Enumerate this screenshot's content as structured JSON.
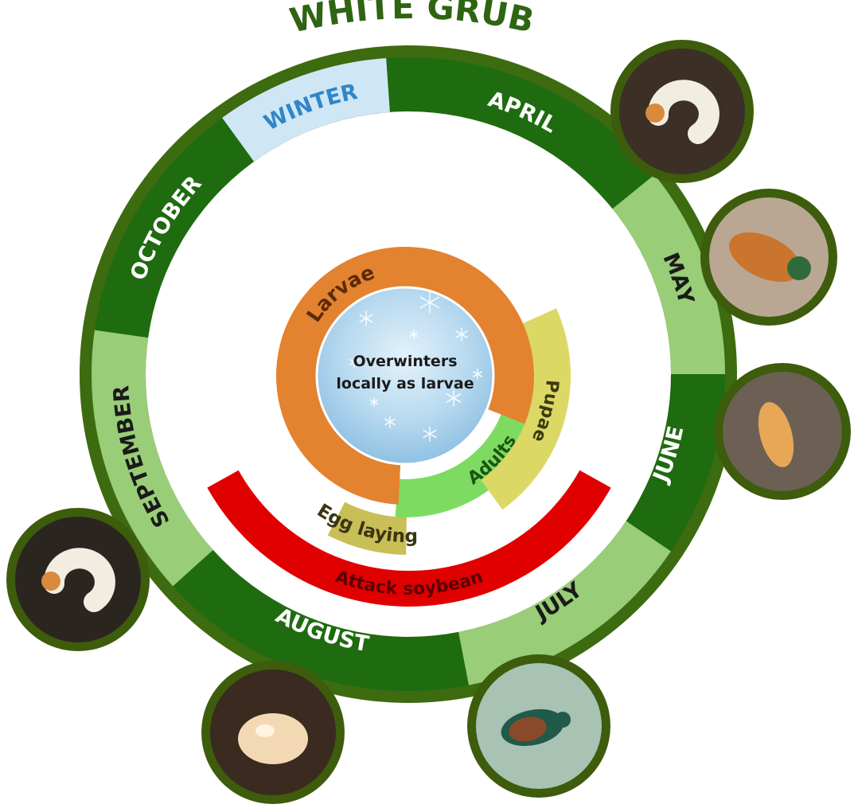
{
  "title": "WHITE GRUB",
  "center_text": [
    "Overwinters",
    "locally as larvae"
  ],
  "months": [
    {
      "label": "WINTER",
      "fill": "#cfe6f5",
      "text": "#2f86c8"
    },
    {
      "label": "APRIL",
      "fill": "#1f6b10",
      "text": "#ffffff"
    },
    {
      "label": "MAY",
      "fill": "#99cd77",
      "text": "#1a1a1a"
    },
    {
      "label": "JUNE",
      "fill": "#1f6b10",
      "text": "#ffffff"
    },
    {
      "label": "JULY",
      "fill": "#99cd77",
      "text": "#1a1a1a"
    },
    {
      "label": "AUGUST",
      "fill": "#1f6b10",
      "text": "#ffffff"
    },
    {
      "label": "SEPTEMBER",
      "fill": "#99cd77",
      "text": "#1a1a1a"
    },
    {
      "label": "OCTOBER",
      "fill": "#1f6b10",
      "text": "#ffffff"
    }
  ],
  "stages": [
    {
      "label": "Larvae",
      "color": "#e3822f",
      "text": "#5a2a08"
    },
    {
      "label": "Pupae",
      "color": "#dbd865",
      "text": "#3d3a10"
    },
    {
      "label": "Adults",
      "color": "#7edb62",
      "text": "#1d5410"
    },
    {
      "label": "Egg laying",
      "color": "#c9bf57",
      "text": "#3c3510"
    },
    {
      "label": "Attack soybean",
      "color": "#e00000",
      "text": "#5a0000"
    }
  ],
  "photos": [
    {
      "name": "white-grub-larva-photo",
      "icon": "curled-grub-icon"
    },
    {
      "name": "pupa-photo",
      "icon": "pupa-icon"
    },
    {
      "name": "pupa-in-soil-photo",
      "icon": "pupa-in-soil-icon"
    },
    {
      "name": "adult-beetle-photo",
      "icon": "beetle-icon"
    },
    {
      "name": "egg-photo",
      "icon": "egg-icon"
    },
    {
      "name": "young-larva-photo",
      "icon": "curled-grub-icon"
    }
  ],
  "colors": {
    "ring_border": "#3d6b10",
    "title": "#2e6412",
    "photo_border": "#3d5c0c"
  }
}
